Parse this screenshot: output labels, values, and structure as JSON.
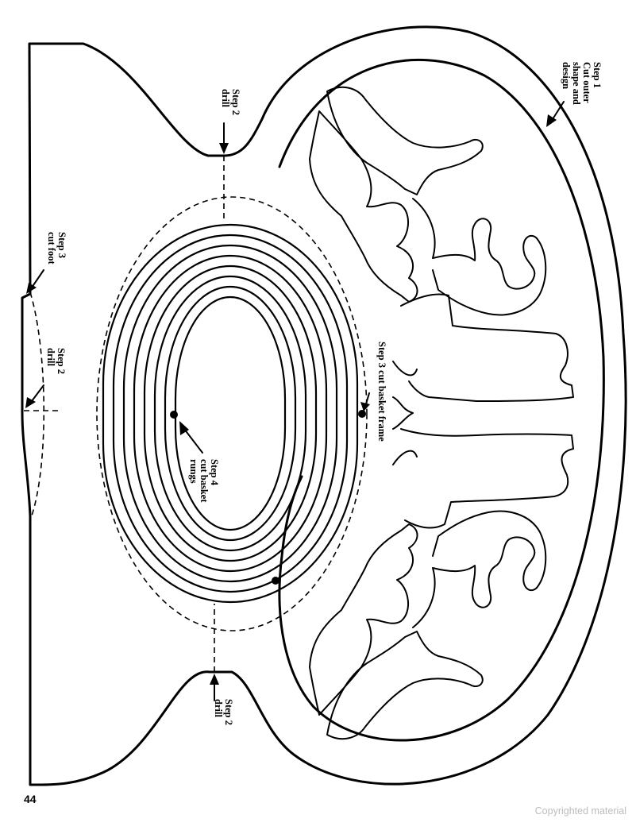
{
  "labels": {
    "step1": [
      "Step 1",
      "Cut outer",
      "shape and",
      "design"
    ],
    "step2_top": [
      "Step 2",
      "drill"
    ],
    "step2_bottom": [
      "Step 2",
      "drill"
    ],
    "step2_left": [
      "Step 2",
      "drill"
    ],
    "step3_foot": [
      "Step 3",
      "cut foot"
    ],
    "step3_frame": "Step 3 cut basket frame",
    "step4": [
      "Step 4",
      "cut basket",
      "rungs"
    ]
  },
  "page_number": "44",
  "copyright": "Copyrighted material"
}
